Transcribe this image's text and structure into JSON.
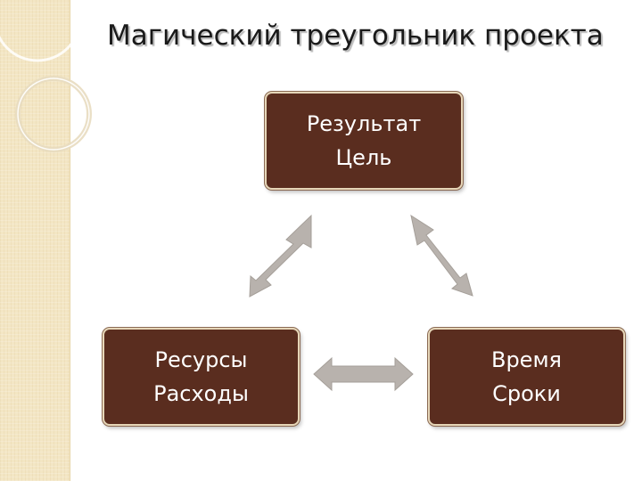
{
  "slide": {
    "title": "Магический треугольник проекта"
  },
  "nodes": {
    "top": {
      "line1": "Результат",
      "line2": "Цель"
    },
    "left": {
      "line1": "Ресурсы",
      "line2": "Расходы"
    },
    "right": {
      "line1": "Время",
      "line2": "Сроки"
    }
  },
  "colors": {
    "box_fill": "#5a2d1f",
    "box_border": "#e6d6b8",
    "arrow": "#b8b2ad",
    "side_strip": "#f3e6c4"
  }
}
